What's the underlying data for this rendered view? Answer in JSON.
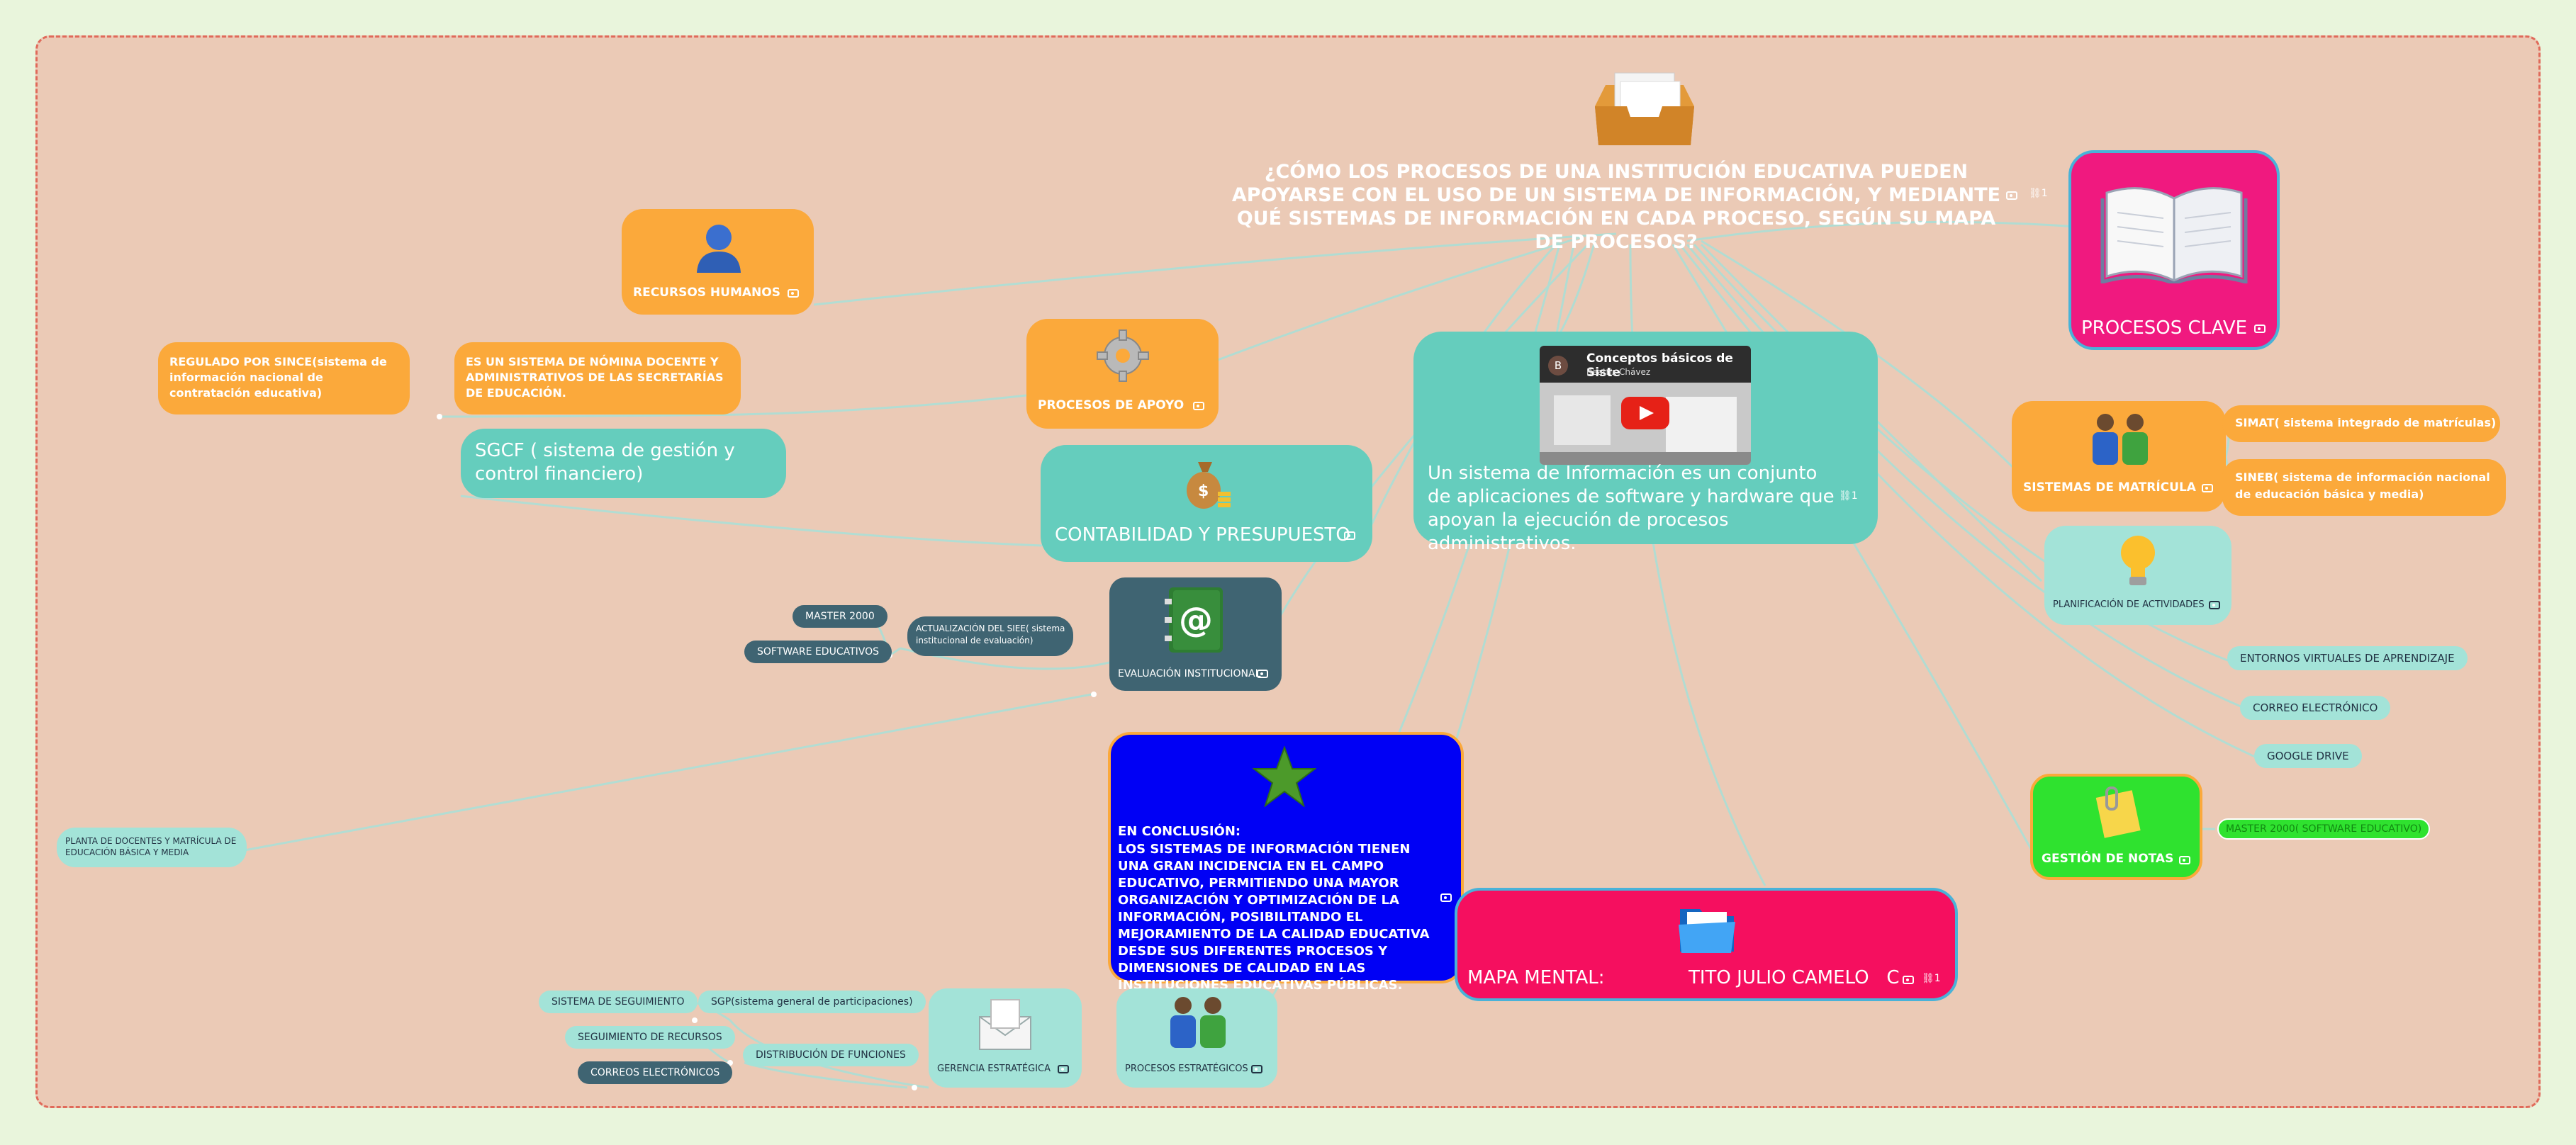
{
  "central": {
    "title": "¿CÓMO LOS PROCESOS DE UNA INSTITUCIÓN EDUCATIVA PUEDEN APOYARSE CON EL USO DE UN SISTEMA DE INFORMACIÓN, Y MEDIANTE QUÉ SISTEMAS DE INFORMACIÓN EN CADA PROCESO, SEGÚN SU MAPA DE PROCESOS?",
    "link_count": "1"
  },
  "recursos_humanos": {
    "label": "RECURSOS HUMANOS"
  },
  "procesos_apoyo": {
    "label": "PROCESOS DE APOYO"
  },
  "nomina": {
    "label": "ES UN SISTEMA DE NÓMINA DOCENTE Y ADMINISTRATIVOS DE LAS SECRETARÍAS DE EDUCACIÓN."
  },
  "since": {
    "label": "REGULADO POR SINCE(sistema de información nacional de contratación educativa)"
  },
  "sgcf": {
    "label": "SGCF ( sistema de gestión y control financiero)"
  },
  "contabilidad": {
    "label": "CONTABILIDAD Y PRESUPUESTO"
  },
  "definicion": {
    "video_title": "Conceptos básicos de Siste",
    "video_channel": "Beatriz Chávez",
    "video_avatar": "B",
    "text": "Un sistema de Información es un conjunto de aplicaciones de software y hardware que apoyan la ejecución de procesos administrativos.",
    "link_count": "1"
  },
  "procesos_clave": {
    "label": "PROCESOS CLAVE"
  },
  "sistemas_matricula": {
    "label": "SISTEMAS DE MATRÍCULA"
  },
  "simat": {
    "label": "SIMAT( sistema integrado de matrículas)"
  },
  "sineb": {
    "label": "SINEB( sistema de información nacional de educación básica y media)"
  },
  "planificacion": {
    "label": "PLANIFICACIÓN DE ACTIVIDADES"
  },
  "entornos": {
    "label": "ENTORNOS VIRTUALES DE APRENDIZAJE"
  },
  "correo": {
    "label": "CORREO ELECTRÓNICO"
  },
  "drive": {
    "label": "GOOGLE DRIVE"
  },
  "gestion_notas": {
    "label": "GESTIÓN DE NOTAS"
  },
  "master_notas": {
    "label": "MASTER 2000( SOFTWARE EDUCATIVO)"
  },
  "evaluacion": {
    "label": "EVALUACIÓN INSTITUCIONAL"
  },
  "master2000": {
    "label": "MASTER 2000"
  },
  "software_educativos": {
    "label": "SOFTWARE EDUCATIVOS"
  },
  "siee": {
    "label": "ACTUALIZACIÓN DEL SIEE( sistema institucional de evaluación)"
  },
  "planta": {
    "label": "PLANTA DE DOCENTES Y MATRÍCULA DE EDUCACIÓN BÁSICA Y MEDIA"
  },
  "conclusion": {
    "heading": "EN CONCLUSIÓN:",
    "text": "LOS SISTEMAS DE INFORMACIÓN TIENEN UNA GRAN INCIDENCIA EN EL CAMPO EDUCATIVO, PERMITIENDO UNA MAYOR ORGANIZACIÓN Y OPTIMIZACIÓN DE LA INFORMACIÓN, POSIBILITANDO EL MEJORAMIENTO DE LA CALIDAD EDUCATIVA DESDE SUS DIFERENTES PROCESOS Y DIMENSIONES DE CALIDAD EN LAS INSTITUCIONES EDUCATIVAS PÚBLICAS."
  },
  "mapa_mental": {
    "left": "MAPA MENTAL:",
    "right": "TITO JULIO CAMELO   C",
    "link_count": "1"
  },
  "procesos_estrategicos": {
    "label": "PROCESOS ESTRATÉGICOS"
  },
  "gerencia": {
    "label": "GERENCIA ESTRATÉGICA"
  },
  "sgp": {
    "label": "SGP(sistema general de participaciones)"
  },
  "distribucion": {
    "label": "DISTRIBUCIÓN DE FUNCIONES"
  },
  "sistema_seguimiento": {
    "label": "SISTEMA DE SEGUIMIENTO"
  },
  "seguimiento_recursos": {
    "label": "SEGUIMIENTO DE RECURSOS"
  },
  "correos_electronicos": {
    "label": "CORREOS ELECTRÓNICOS"
  },
  "colors": {
    "board": "#ebcab6",
    "orange": "#fba93b",
    "teal": "#65cdbd",
    "light_teal": "#a3e3d8",
    "dark_teal": "#3f6472",
    "magenta": "#f0197f",
    "blue": "#0000f5",
    "crimson": "#f50f5f",
    "green": "#2fe22f"
  },
  "icons": [
    "inbox-tray-icon",
    "user-icon",
    "gear-icon",
    "money-bag-icon",
    "open-book-icon",
    "people-icon",
    "lightbulb-icon",
    "sticky-note-icon",
    "address-book-icon",
    "star-icon",
    "folder-icon",
    "envelope-icon",
    "youtube-play-icon"
  ]
}
